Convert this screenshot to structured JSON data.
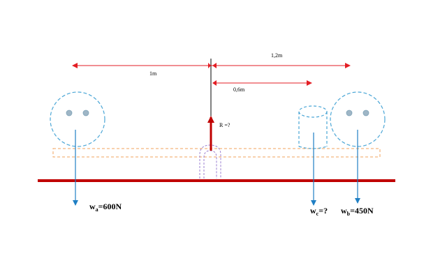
{
  "diagram": {
    "colors": {
      "dimension": "#e31e24",
      "force": "#1f7fc4",
      "reaction": "#c00000",
      "ground": "#c00000",
      "board": "#f2a35e",
      "body": "#4aa6d6",
      "support": "#9b7fd0",
      "eye": "#9fb6c6",
      "text": "#000000"
    },
    "dimensions": {
      "left": "1m",
      "right_far": "1,2m",
      "right_near": "0,6m"
    },
    "reaction": {
      "label": "R =?"
    },
    "loads": {
      "a": {
        "symbol": "w",
        "subscript": "a",
        "value": "=600N"
      },
      "c": {
        "symbol": "w",
        "subscript": "c",
        "value": "=?"
      },
      "b": {
        "symbol": "w",
        "subscript": "b",
        "value": "=450N"
      }
    }
  }
}
